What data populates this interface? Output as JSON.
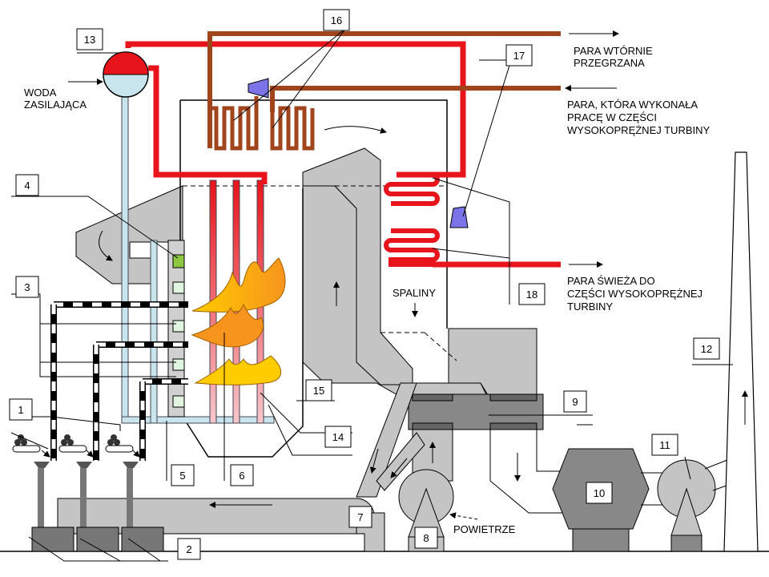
{
  "callouts": {
    "n1": "1",
    "n2": "2",
    "n3": "3",
    "n4": "4",
    "n5": "5",
    "n6": "6",
    "n7": "7",
    "n8": "8",
    "n9": "9",
    "n10": "10",
    "n11": "11",
    "n12": "12",
    "n13": "13",
    "n14": "14",
    "n15": "15",
    "n16": "16",
    "n17": "17",
    "n18": "18"
  },
  "labels": {
    "feedwater": [
      "WODA",
      "ZASILAJĄCA"
    ],
    "reheated_steam": [
      "PARA WTÓRNIE",
      "PRZEGRZANA"
    ],
    "hp_exhaust_steam": [
      "PARA, KTÓRA WYKONAŁA",
      "PRACĘ W CZĘŚCI",
      "WYSOKOPRĘŻNEJ TURBINY"
    ],
    "fresh_steam": [
      "PARA ŚWIEŻA DO",
      "CZĘŚCI WYSOKOPRĘŻNEJ",
      "TURBINY"
    ],
    "flue_gas": "SPALINY",
    "air": "POWIETRZE"
  },
  "colors": {
    "steam_red": "#e8141b",
    "reheat_brown": "#a0441c",
    "water_blue": "#c8e4ec",
    "duct_gray": "#c4c4c4",
    "equipment_gray": "#888888",
    "flame_orange": "#f7941d",
    "flame_yellow": "#ffcc00",
    "burner_green": "#8dc63f",
    "valve_purple": "#7b74e8"
  }
}
